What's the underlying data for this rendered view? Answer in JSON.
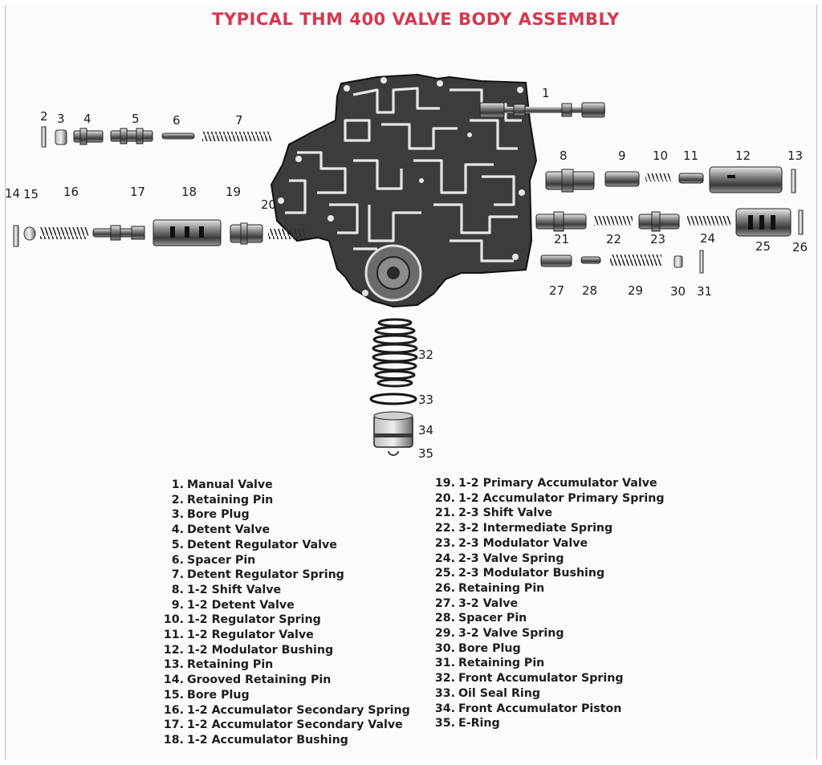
{
  "title": "TYPICAL THM 400 VALVE BODY ASSEMBLY",
  "colors": {
    "title": "#d6384f",
    "ink": "#1d1d1d",
    "metal": "#5a5a5a",
    "metal_dark": "#2a2a2a",
    "metal_light": "#c9c9c9"
  },
  "callout_numbers": [
    "1",
    "2",
    "3",
    "4",
    "5",
    "6",
    "7",
    "8",
    "9",
    "10",
    "11",
    "12",
    "13",
    "14",
    "15",
    "16",
    "17",
    "18",
    "19",
    "20",
    "21",
    "22",
    "23",
    "24",
    "25",
    "26",
    "27",
    "28",
    "29",
    "30",
    "31",
    "32",
    "33",
    "34",
    "35"
  ],
  "legend_left": [
    {
      "num": "1.",
      "label": "Manual Valve"
    },
    {
      "num": "2.",
      "label": "Retaining Pin"
    },
    {
      "num": "3.",
      "label": "Bore Plug"
    },
    {
      "num": "4.",
      "label": "Detent Valve"
    },
    {
      "num": "5.",
      "label": "Detent Regulator Valve"
    },
    {
      "num": "6.",
      "label": "Spacer Pin"
    },
    {
      "num": "7.",
      "label": "Detent Regulator Spring"
    },
    {
      "num": "8.",
      "label": "1-2 Shift Valve"
    },
    {
      "num": "9.",
      "label": "1-2 Detent Valve"
    },
    {
      "num": "10.",
      "label": "1-2 Regulator Spring"
    },
    {
      "num": "11.",
      "label": "1-2 Regulator Valve"
    },
    {
      "num": "12.",
      "label": "1-2 Modulator Bushing"
    },
    {
      "num": "13.",
      "label": "Retaining Pin"
    },
    {
      "num": "14.",
      "label": "Grooved Retaining Pin"
    },
    {
      "num": "15.",
      "label": "Bore Plug"
    },
    {
      "num": "16.",
      "label": "1-2 Accumulator Secondary Spring"
    },
    {
      "num": "17.",
      "label": "1-2 Accumulator Secondary Valve"
    },
    {
      "num": "18.",
      "label": "1-2 Accumulator Bushing"
    }
  ],
  "legend_right": [
    {
      "num": "19.",
      "label": "1-2 Primary Accumulator Valve"
    },
    {
      "num": "20.",
      "label": "1-2 Accumulator Primary Spring"
    },
    {
      "num": "21.",
      "label": "2-3 Shift Valve"
    },
    {
      "num": "22.",
      "label": "3-2 Intermediate Spring"
    },
    {
      "num": "23.",
      "label": "2-3 Modulator Valve"
    },
    {
      "num": "24.",
      "label": "2-3 Valve Spring"
    },
    {
      "num": "25.",
      "label": "2-3 Modulator Bushing"
    },
    {
      "num": "26.",
      "label": "Retaining Pin"
    },
    {
      "num": "27.",
      "label": "3-2 Valve"
    },
    {
      "num": "28.",
      "label": "Spacer Pin"
    },
    {
      "num": "29.",
      "label": "3-2 Valve Spring"
    },
    {
      "num": "30.",
      "label": "Bore Plug"
    },
    {
      "num": "31.",
      "label": "Retaining Pin"
    },
    {
      "num": "32.",
      "label": "Front Accumulator Spring"
    },
    {
      "num": "33.",
      "label": "Oil Seal Ring"
    },
    {
      "num": "34.",
      "label": "Front Accumulator Piston"
    },
    {
      "num": "35.",
      "label": "E-Ring"
    }
  ]
}
